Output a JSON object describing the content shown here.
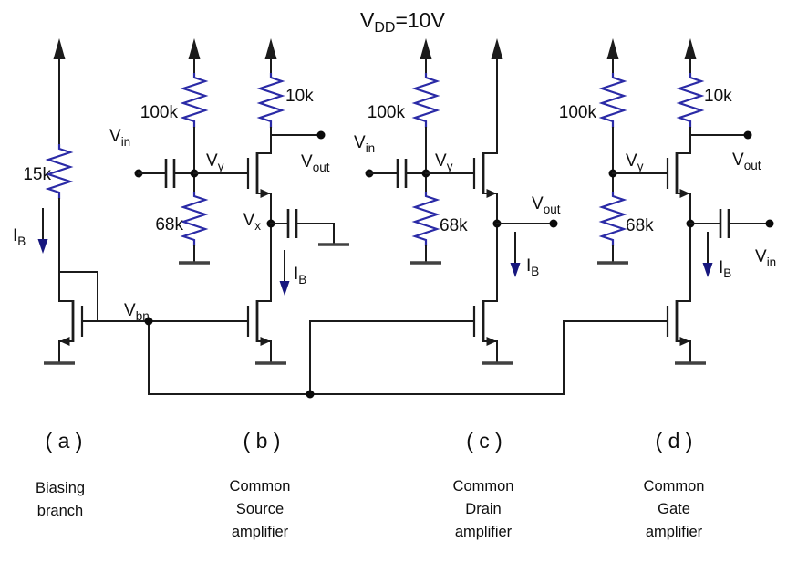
{
  "title": {
    "v": "V",
    "sub": "DD",
    "eq": "=10V"
  },
  "colors": {
    "wire": "#1b1b1b",
    "resistor": "#2a2aa6",
    "current": "#17177e",
    "text": "#0e0e0e"
  },
  "circuit_a": {
    "caption": "( a )",
    "desc": [
      "Biasing",
      "branch"
    ],
    "r15k": "15k",
    "ib": {
      "v": "I",
      "sub": "B"
    },
    "vbn": {
      "v": "V",
      "sub": "bn"
    }
  },
  "circuit_b": {
    "caption": "( b )",
    "desc": [
      "Common",
      "Source",
      "amplifier"
    ],
    "r100k": "100k",
    "r68k": "68k",
    "r10k": "10k",
    "vin": {
      "v": "V",
      "sub": "in"
    },
    "vy": {
      "v": "V",
      "sub": "y"
    },
    "vx": {
      "v": "V",
      "sub": "x"
    },
    "vout": {
      "v": "V",
      "sub": "out"
    },
    "ib": {
      "v": "I",
      "sub": "B"
    }
  },
  "circuit_c": {
    "caption": "( c )",
    "desc": [
      "Common",
      "Drain",
      "amplifier"
    ],
    "r100k": "100k",
    "r68k": "68k",
    "vin": {
      "v": "V",
      "sub": "in"
    },
    "vy": {
      "v": "V",
      "sub": "y"
    },
    "vout": {
      "v": "V",
      "sub": "out"
    },
    "ib": {
      "v": "I",
      "sub": "B"
    }
  },
  "circuit_d": {
    "caption": "( d )",
    "desc": [
      "Common",
      "Gate",
      "amplifier"
    ],
    "r100k": "100k",
    "r68k": "68k",
    "r10k": "10k",
    "vy": {
      "v": "V",
      "sub": "y"
    },
    "vout": {
      "v": "V",
      "sub": "out"
    },
    "vin": {
      "v": "V",
      "sub": "in"
    },
    "ib": {
      "v": "I",
      "sub": "B"
    }
  }
}
